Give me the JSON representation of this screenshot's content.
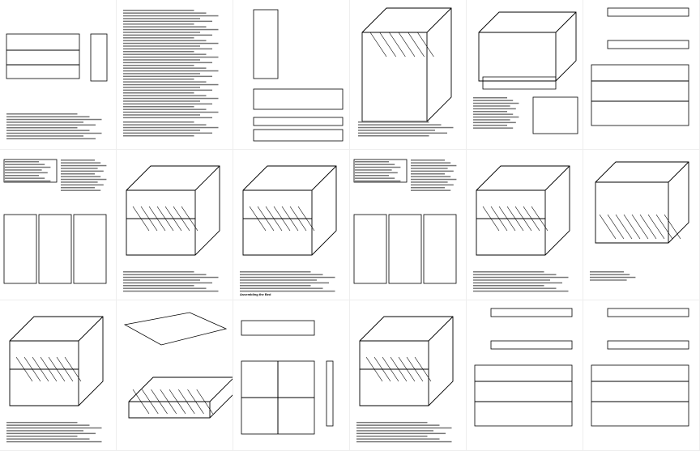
{
  "document": {
    "pages": [
      {
        "kind": "cover-views"
      },
      {
        "kind": "text"
      },
      {
        "kind": "panel-detail"
      },
      {
        "kind": "iso-frame"
      },
      {
        "kind": "iso-drawer"
      },
      {
        "kind": "parts-flat"
      },
      {
        "kind": "table-text"
      },
      {
        "kind": "iso-cabinet"
      },
      {
        "kind": "iso-cabinet"
      },
      {
        "kind": "table-text"
      },
      {
        "kind": "iso-cabinet"
      },
      {
        "kind": "iso-bed"
      },
      {
        "kind": "iso-cabinet"
      },
      {
        "kind": "iso-bed-frame"
      },
      {
        "kind": "front-elevation"
      },
      {
        "kind": "iso-cabinet"
      },
      {
        "kind": "parts-flat"
      },
      {
        "kind": "parts-flat"
      }
    ],
    "heading_assembling": "Assembling the Bed"
  }
}
